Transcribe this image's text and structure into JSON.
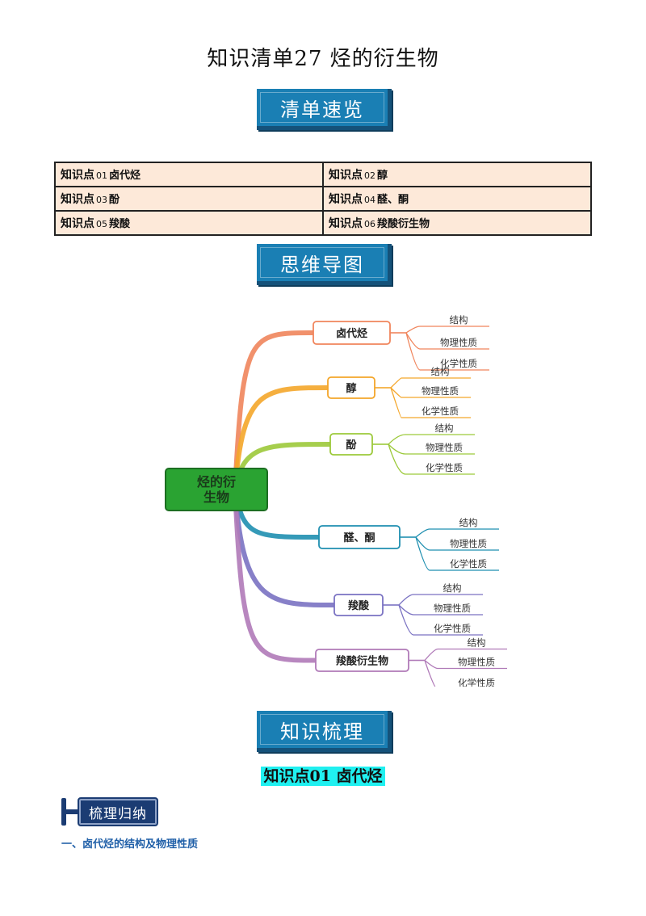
{
  "title": "知识清单27  烃的衍生物",
  "banners": {
    "overview": "清单速览",
    "mindmap": "思维导图",
    "review": "知识梳理"
  },
  "toc": [
    [
      {
        "label": "知识点",
        "num": "01",
        "name": "卤代烃"
      },
      {
        "label": "知识点",
        "num": "02",
        "name": "醇"
      }
    ],
    [
      {
        "label": "知识点",
        "num": "03",
        "name": "酚"
      },
      {
        "label": "知识点",
        "num": "04",
        "name": "醛、酮"
      }
    ],
    [
      {
        "label": "知识点",
        "num": "05",
        "name": "羧酸"
      },
      {
        "label": "知识点",
        "num": "06",
        "name": "羧酸衍生物"
      }
    ]
  ],
  "mindmap": {
    "center": [
      "烃的衍",
      "生物"
    ],
    "center_color": "#2aa332",
    "branches": [
      {
        "name": "卤代烃",
        "color": "#f0855c",
        "leaves": [
          "结构",
          "物理性质",
          "化学性质"
        ]
      },
      {
        "name": "醇",
        "color": "#f4a62a",
        "leaves": [
          "结构",
          "物理性质",
          "化学性质"
        ]
      },
      {
        "name": "酚",
        "color": "#9cc93a",
        "leaves": [
          "结构",
          "物理性质",
          "化学性质"
        ]
      },
      {
        "name": "醛、酮",
        "color": "#1f8fb0",
        "leaves": [
          "结构",
          "物理性质",
          "化学性质"
        ]
      },
      {
        "name": "羧酸",
        "color": "#7a72c2",
        "leaves": [
          "结构",
          "物理性质",
          "化学性质"
        ]
      },
      {
        "name": "羧酸衍生物",
        "color": "#b07ab8",
        "leaves": [
          "结构",
          "物理性质",
          "化学性质"
        ]
      }
    ]
  },
  "section": {
    "heading": "知识点01  卤代烃",
    "tag": "梳理归纳",
    "subheading": "一、卤代烃的结构及物理性质"
  },
  "colors": {
    "banner": "#1a7fb4",
    "toc_fill": "#fde9d9",
    "highlight": "#20f0f0",
    "tag": "#1b3c73",
    "subheading": "#1f5fa8"
  }
}
